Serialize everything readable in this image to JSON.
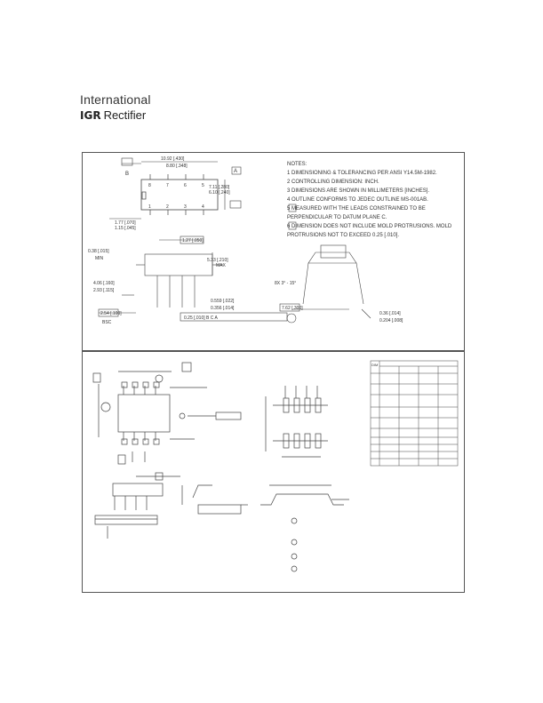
{
  "logo": {
    "line1": "International",
    "mark": "IGR",
    "line2": "Rectifier"
  },
  "pdip": {
    "notes_title": "NOTES:",
    "notes": [
      "1  DIMENSIONING & TOLERANCING PER ANSI Y14.5M-1982.",
      "2  CONTROLLING DIMENSION: INCH.",
      "3  DIMENSIONS ARE SHOWN IN MILLIMETERS [INCHES].",
      "4  OUTLINE CONFORMS TO JEDEC OUTLINE MS-001AB.",
      "5  MEASURED WITH THE LEADS CONSTRAINED TO BE",
      "   PERPENDICULAR TO DATUM PLANE C.",
      "6  DIMENSION DOES NOT INCLUDE MOLD PROTRUSIONS. MOLD",
      "   PROTRUSIONS NOT TO EXCEED 0.25 [.010]."
    ],
    "labels": {
      "datum_b": "B",
      "dim_top": "10.92 [.430]",
      "dim_top2": "8.80 [.348]",
      "pins_top": [
        "8",
        "7",
        "6",
        "5"
      ],
      "pins_bottom": [
        "1",
        "2",
        "3",
        "4"
      ],
      "dim_right": "7.11 [.280]",
      "dim_right2": "6.10 [.240]",
      "datum_a": "A",
      "dim_left": "1.77 [.070]",
      "dim_left2": "1.15 [.045]",
      "dim_height": "5.33 [.210]",
      "dim_height2": "MAX",
      "dim_seat": "0.38 [.015]",
      "dim_seat2": "MIN",
      "dim_lead": "4.06 [.160]",
      "dim_lead2": "2.93 [.115]",
      "dim_pitch": "2.54 [.100]",
      "dim_pitch2": "BSC",
      "dim_pin": "0.559 [.022]",
      "dim_pin2": "0.356 [.014]",
      "tolerance": "0.25 [.010] B C A",
      "angle": "8X 3° - 15°",
      "dim_width": "7.62 [.300]",
      "dim_lead_thk": "0.36 [.014]",
      "dim_lead_thk2": "0.204 [.008]",
      "dim_body": "1.27 [.050]"
    }
  },
  "soic": {
    "table_caption": "DIM"
  }
}
